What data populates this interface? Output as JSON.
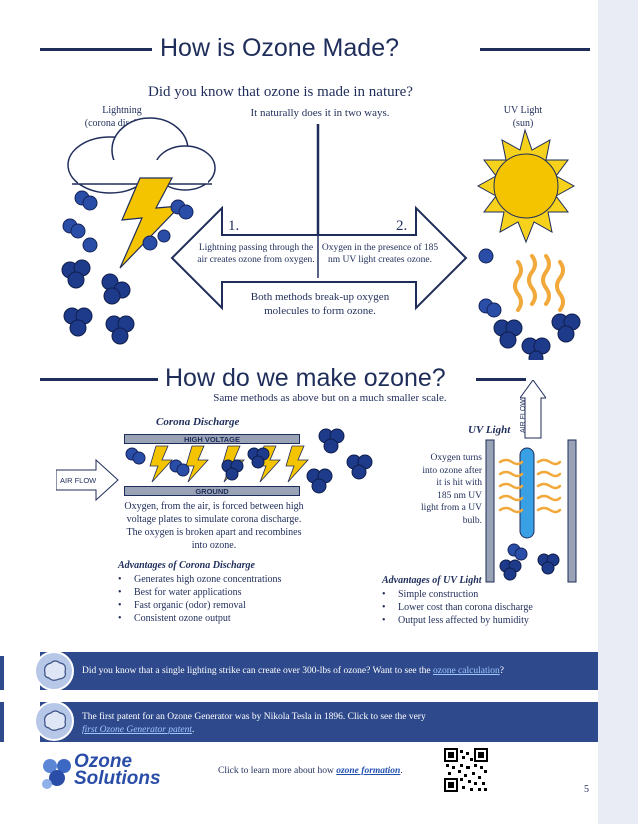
{
  "page": {
    "title": "How is Ozone Made?",
    "subtitle": "Did you know that ozone is made in nature?",
    "intro": "It naturally does it in two ways.",
    "page_number": "5"
  },
  "nature": {
    "lightning_label_1": "Lightning",
    "lightning_label_2": "(corona discharge)",
    "uv_label_1": "UV Light",
    "uv_label_2": "(sun)",
    "method1_num": "1.",
    "method1_text": "Lightning passing through the air creates ozone from oxygen.",
    "method2_num": "2.",
    "method2_text": "Oxygen in the presence of 185 nm UV light creates ozone.",
    "both_text": "Both methods break-up oxygen molecules to form ozone."
  },
  "make": {
    "title": "How do we make ozone?",
    "subtitle": "Same methods as above but on a much smaller scale.",
    "air_flow_vertical": "AIR FLOW",
    "corona_title": "Corona Discharge",
    "high_voltage": "HIGH VOLTAGE",
    "ground": "GROUND",
    "air_flow": "AIR FLOW",
    "corona_desc": "Oxygen, from the air, is forced between high voltage plates to simulate corona discharge. The oxygen is broken apart and recombines into ozone.",
    "uv_title": "UV Light",
    "uv_desc": "Oxygen turns into ozone after it is hit with 185 nm UV light from a UV bulb.",
    "adv_corona_title": "Advantages of Corona Discharge",
    "adv_corona": [
      "Generates high ozone concentrations",
      "Best for water applications",
      "Fast organic (odor) removal",
      "Consistent ozone output"
    ],
    "adv_uv_title": "Advantages of UV Light",
    "adv_uv": [
      "Simple construction",
      "Lower cost than corona discharge",
      "Output less affected by humidity"
    ]
  },
  "banners": {
    "b1_text": "Did you know that a single lighting strike can create over 300-lbs of ozone? Want to see the ",
    "b1_link": "ozone calculation",
    "b1_end": "?",
    "b2_text": "The first patent for an Ozone Generator was by Nikola Tesla in 1896. Click to see the very",
    "b2_link": "first Ozone Generator patent",
    "b2_end": "."
  },
  "footer": {
    "logo_line1": "Ozone",
    "logo_line2": "Solutions",
    "learn_text": "Click to learn more about how ",
    "learn_link": "ozone formation",
    "learn_end": "."
  },
  "colors": {
    "navy": "#1f2d5a",
    "banner": "#2f4a8c",
    "molecule": "#2a4ea8",
    "lightning": "#f5c400",
    "sun": "#f7d21c"
  }
}
